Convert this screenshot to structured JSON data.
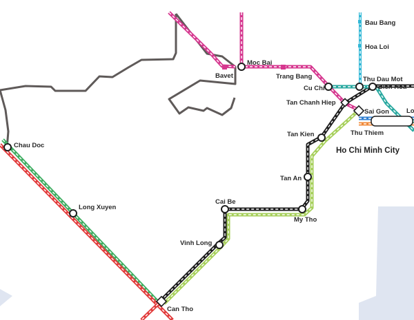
{
  "map": {
    "city_label": "Ho Chi Minh City",
    "colors": {
      "sea": "#dfe5f1",
      "border": "#5f5a59",
      "black_line": "#1d1d1d",
      "lime_line": "#a6cf5a",
      "green_line": "#3fae62",
      "red_line": "#e23b3b",
      "magenta_line": "#d6378f",
      "teal_line": "#2aa9a0",
      "cyan_line": "#31b7d6",
      "blue_line": "#2f7fd1",
      "orange_line": "#f08a3a"
    },
    "stations": {
      "bau_bang": "Bau Bang",
      "hoa_loi": "Hoa Loi",
      "moc_bai": "Moc Bai",
      "bavet": "Bavet",
      "trang_bang": "Trang Bang",
      "cu_chi": "Cu Chi",
      "thu_dau_mot": "Thu Dau Mot",
      "bien_hoa": "Bien Hoa",
      "tan_chanh_hiep": "Tan Chanh Hiep",
      "sai_gon": "Sai Gon",
      "lo_partial": "Lo",
      "thu_thiem": "Thu Thiem",
      "tan_kien": "Tan Kien",
      "tan_an": "Tan An",
      "my_tho": "My Tho",
      "cai_be": "Cai Be",
      "vinh_long": "Vinh Long",
      "chau_doc": "Chau Doc",
      "long_xuyen": "Long Xuyen",
      "can_tho": "Can Tho"
    }
  }
}
